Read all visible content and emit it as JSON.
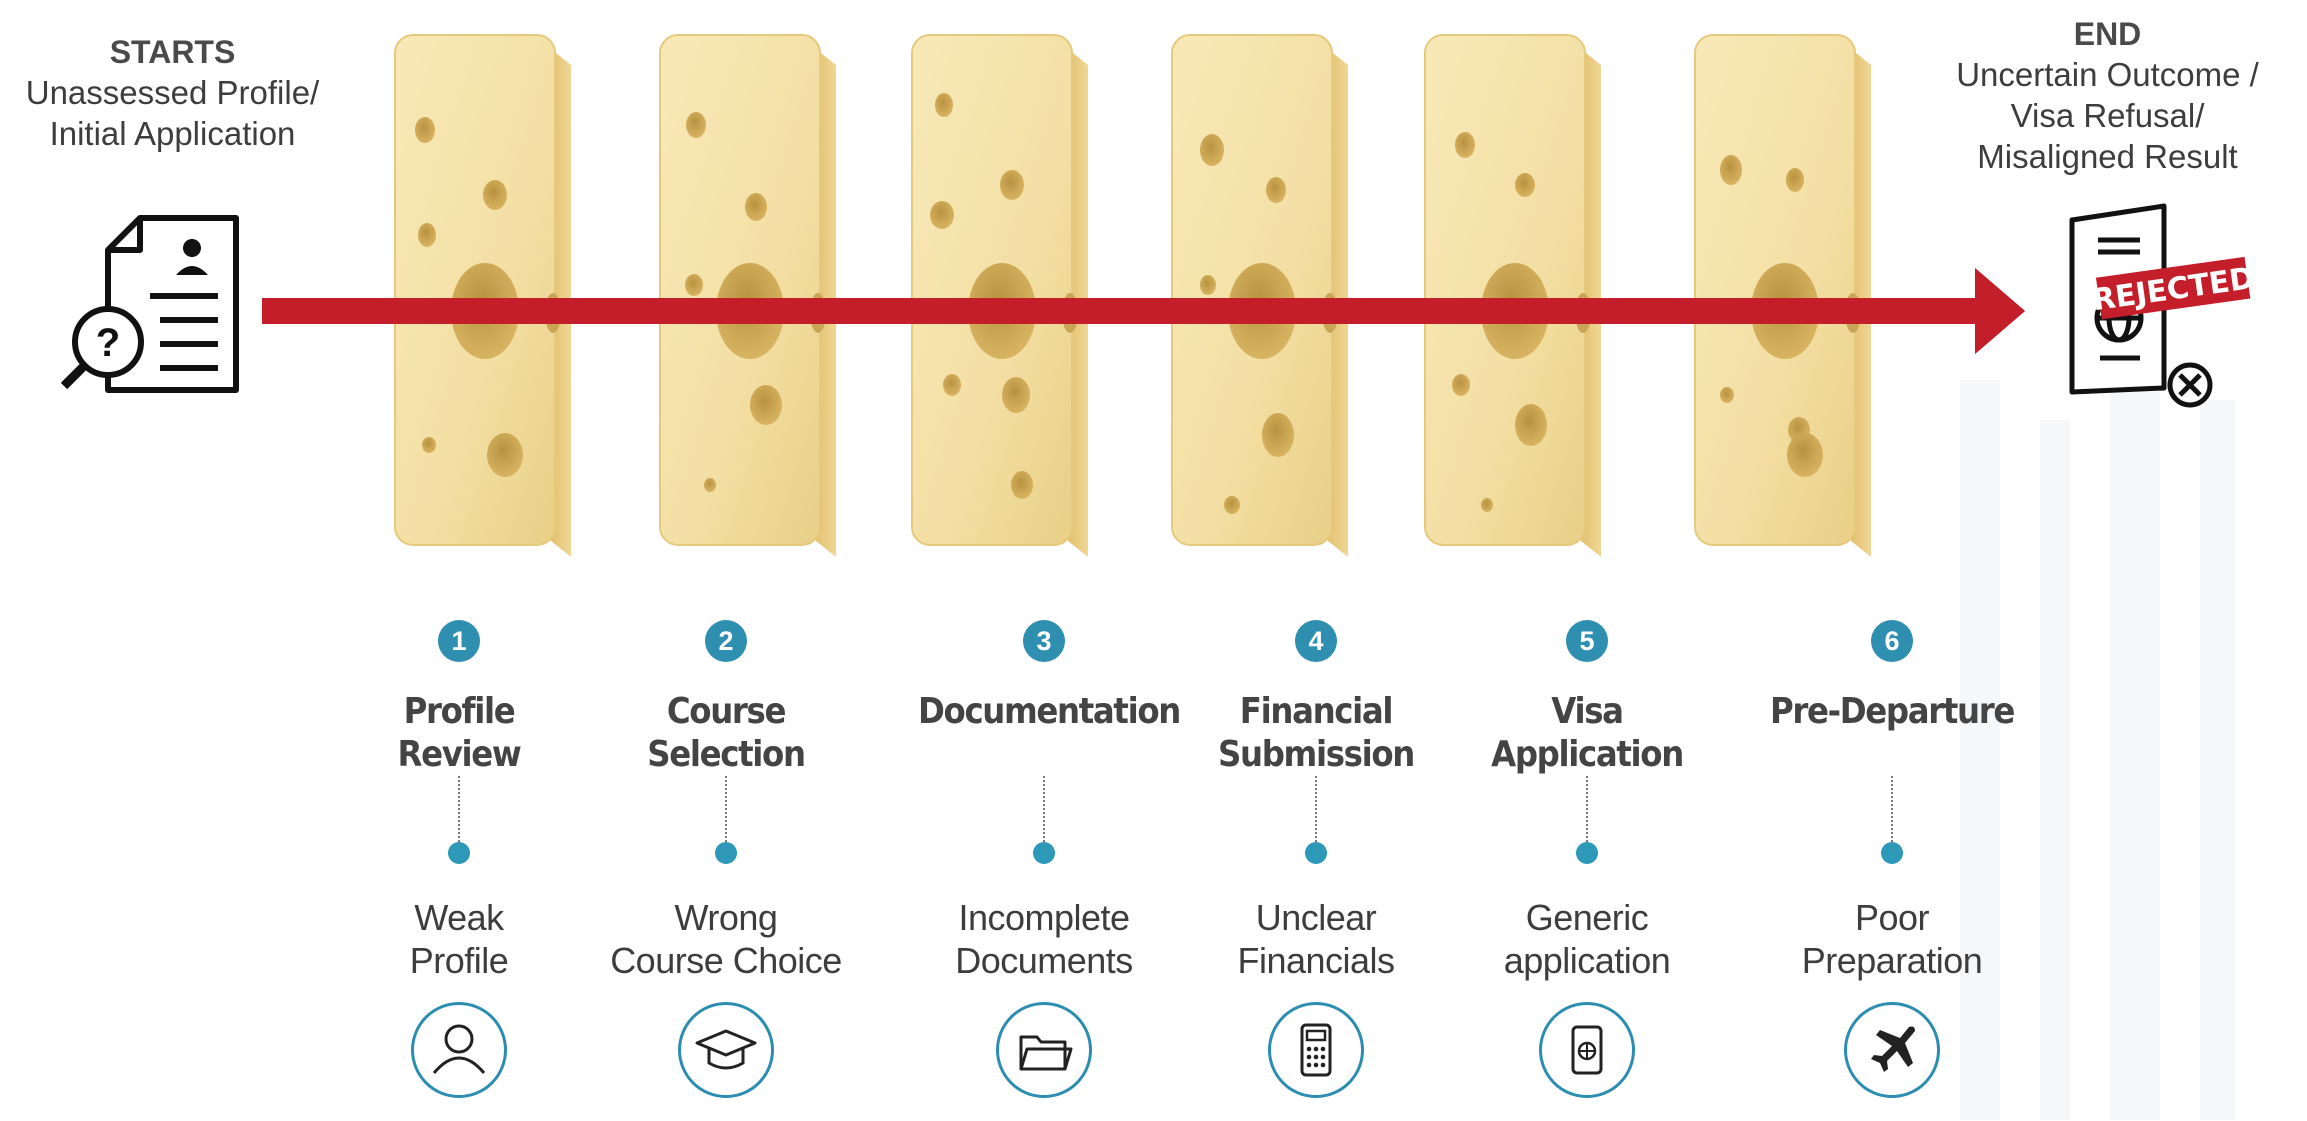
{
  "start": {
    "title": "STARTS",
    "subtitle": [
      "Unassessed Profile/",
      "Initial Application"
    ],
    "icon": "profile-search-icon"
  },
  "end": {
    "title": "END",
    "subtitle": [
      "Uncertain Outcome /",
      "Visa Refusal/",
      "Misaligned Result"
    ],
    "icon": "rejected-passport-icon",
    "stamp": "REJECTED"
  },
  "colors": {
    "arrow": "#c41e2b",
    "accent": "#2b8db0",
    "cheese": "#f3dfa3",
    "cheese_edge": "#e2c16e"
  },
  "stages": [
    {
      "number": "1",
      "title": [
        "Profile",
        "Review"
      ],
      "risk": [
        "Weak",
        "Profile"
      ],
      "icon": "user-icon"
    },
    {
      "number": "2",
      "title": [
        "Course",
        "Selection"
      ],
      "risk": [
        "Wrong",
        "Course Choice"
      ],
      "icon": "graduation-cap-icon"
    },
    {
      "number": "3",
      "title": [
        "Documentation"
      ],
      "risk": [
        "Incomplete",
        "Documents"
      ],
      "icon": "folder-icon"
    },
    {
      "number": "4",
      "title": [
        "Financial",
        "Submission"
      ],
      "risk": [
        "Unclear",
        "Financials"
      ],
      "icon": "calculator-icon"
    },
    {
      "number": "5",
      "title": [
        "Visa",
        "Application"
      ],
      "risk": [
        "Generic",
        "application"
      ],
      "icon": "passport-icon"
    },
    {
      "number": "6",
      "title": [
        "Pre-Departure"
      ],
      "risk": [
        "Poor",
        "Preparation"
      ],
      "icon": "airplane-icon"
    }
  ]
}
